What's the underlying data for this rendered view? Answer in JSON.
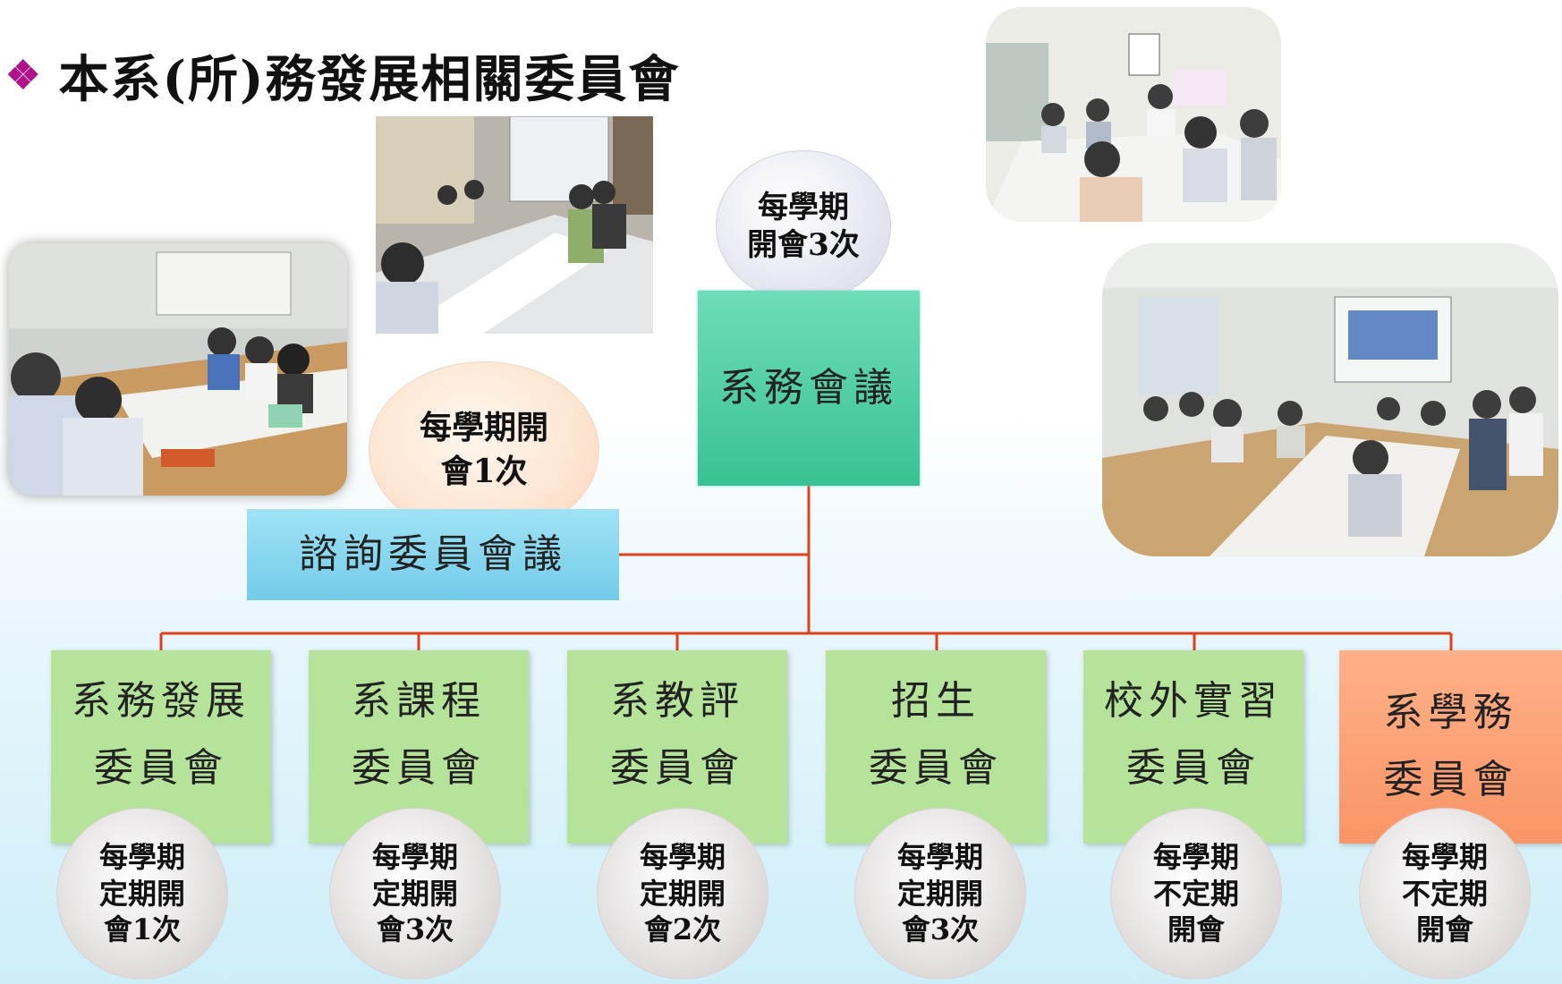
{
  "title": {
    "bullet": "❖",
    "text": "本系(所)務發展相關委員會"
  },
  "colors": {
    "line": "#e0401c",
    "main_box": "#39c293",
    "advisory_box": "#74cbe9",
    "sub_box": "#b6e39a",
    "student_box": "#f99566"
  },
  "main": {
    "label": "系務會議",
    "freq_lines": [
      "每學期",
      "開會3次"
    ]
  },
  "advisory": {
    "label": "諮詢委員會議",
    "freq_lines": [
      "每學期開",
      "會1次"
    ]
  },
  "committees": [
    {
      "lines": [
        "系務發展",
        "委員會"
      ],
      "freq": [
        "每學期",
        "定期開",
        "會1次"
      ]
    },
    {
      "lines": [
        "系課程",
        "委員會"
      ],
      "freq": [
        "每學期",
        "定期開",
        "會3次"
      ]
    },
    {
      "lines": [
        "系教評",
        "委員會"
      ],
      "freq": [
        "每學期",
        "定期開",
        "會2次"
      ]
    },
    {
      "lines": [
        "招生",
        "委員會"
      ],
      "freq": [
        "每學期",
        "定期開",
        "會3次"
      ]
    },
    {
      "lines": [
        "校外實習",
        "委員會"
      ],
      "freq": [
        "每學期",
        "不定期",
        "開會"
      ]
    },
    {
      "lines": [
        "系學務",
        "委員會"
      ],
      "freq": [
        "每學期",
        "不定期",
        "開會"
      ]
    }
  ]
}
